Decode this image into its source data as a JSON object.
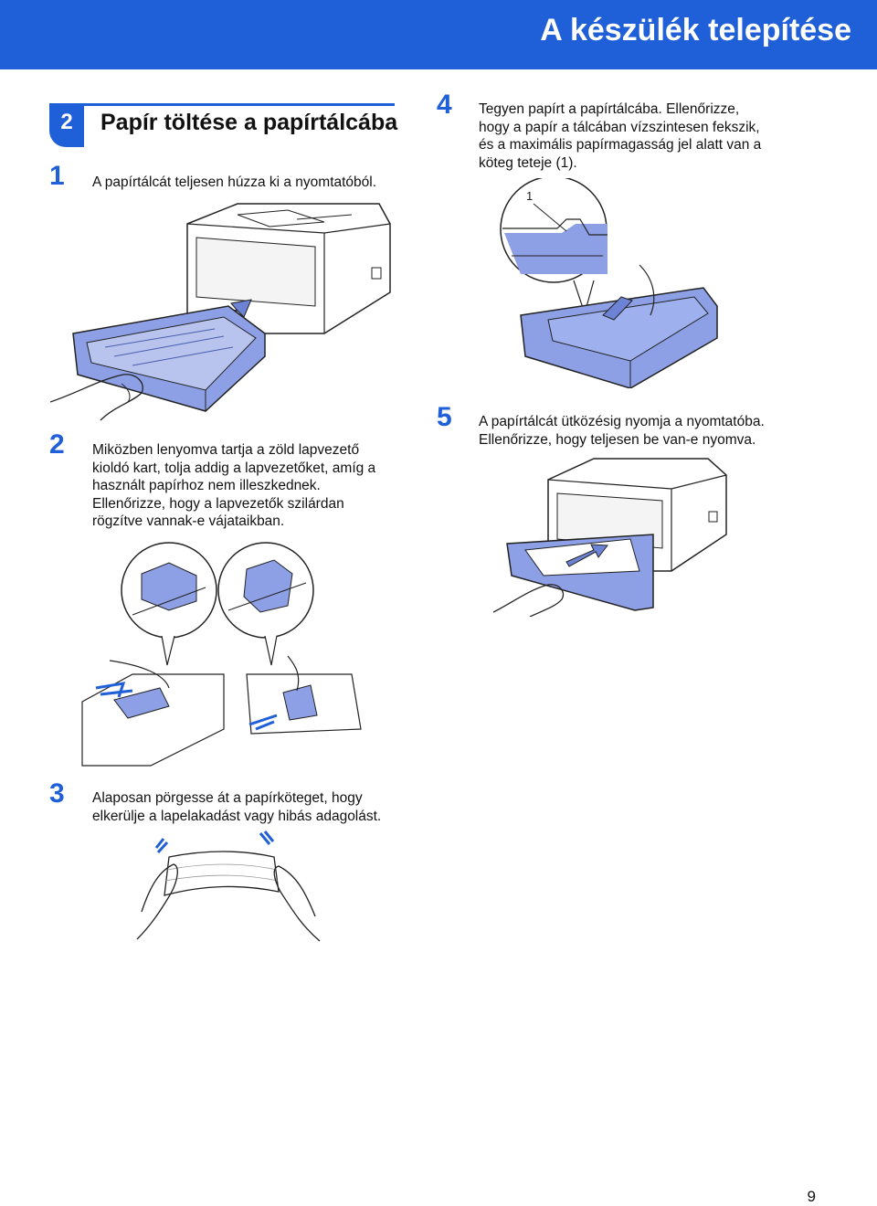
{
  "header": {
    "title": "A készülék telepítése"
  },
  "section": {
    "number": "2",
    "title": "Papír töltése a papírtálcába"
  },
  "steps": [
    {
      "number": "1",
      "text": "A papírtálcát teljesen húzza ki a nyomtatóból."
    },
    {
      "number": "2",
      "lines": [
        "Miközben lenyomva tartja a zöld lapvezető",
        "kioldó kart, tolja addig a lapvezetőket, amíg a",
        "használt papírhoz nem illeszkednek.",
        "Ellenőrizze, hogy a lapvezetők szilárdan",
        "rögzítve vannak-e vájataikban."
      ]
    },
    {
      "number": "3",
      "lines": [
        "Alaposan pörgesse át a papírköteget, hogy",
        "elkerülje a lapelakadást vagy hibás adagolást."
      ]
    },
    {
      "number": "4",
      "lines": [
        "Tegyen papírt a papírtálcába. Ellenőrizze,",
        "hogy a papír a tálcában vízszintesen fekszik,",
        "és a maximális papírmagasság jel alatt van a",
        "köteg teteje (1)."
      ]
    },
    {
      "number": "5",
      "lines": [
        "A papírtálcát ütközésig nyomja a nyomtatóba.",
        "Ellenőrizze, hogy teljesen be van-e nyomva."
      ]
    }
  ],
  "callout_label": "1",
  "page_number": "9",
  "colors": {
    "accent": "#1f5fd8",
    "tray": "#8da0e6",
    "tray_dark": "#6d83d6"
  },
  "icons": [
    "printer-tray-out-illustration",
    "paper-guide-adjust-illustration",
    "fan-paper-illustration",
    "load-paper-illustration",
    "push-tray-in-illustration"
  ]
}
